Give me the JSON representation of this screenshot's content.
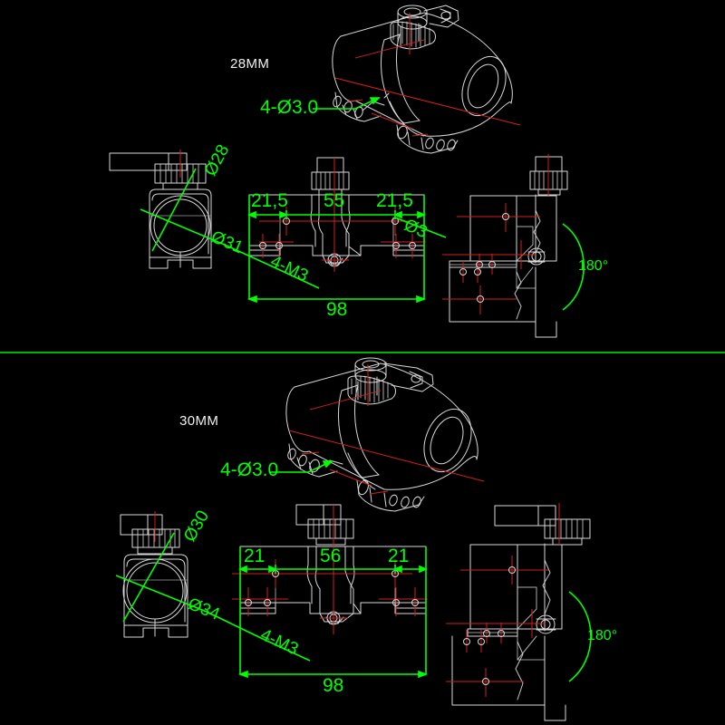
{
  "sheet": {
    "background": "#000000",
    "line_color": "#d8d8d8",
    "center_line_color": "#d02020",
    "dimension_color": "#00ff00",
    "divider_color": "#00b300"
  },
  "panels": [
    {
      "id": "panel-28mm",
      "title": "28MM",
      "iso_view": {
        "callout": "4-Ø3.0"
      },
      "left_view": {
        "dims": [
          "Ø28",
          "Ø31"
        ]
      },
      "front_view": {
        "dim_left": "21,5",
        "dim_center": "55",
        "dim_right": "21,5",
        "hole_note": "Ø3",
        "thread_note": "4-M3",
        "overall": "98"
      },
      "right_view": {
        "angle": "180°"
      }
    },
    {
      "id": "panel-30mm",
      "title": "30MM",
      "iso_view": {
        "callout": "4-Ø3.0"
      },
      "left_view": {
        "dims": [
          "Ø30",
          "Ø34"
        ]
      },
      "front_view": {
        "dim_left": "21",
        "dim_center": "56",
        "dim_right": "21",
        "hole_note": "",
        "thread_note": "4-M3",
        "overall": "98"
      },
      "right_view": {
        "angle": "180°"
      }
    }
  ]
}
